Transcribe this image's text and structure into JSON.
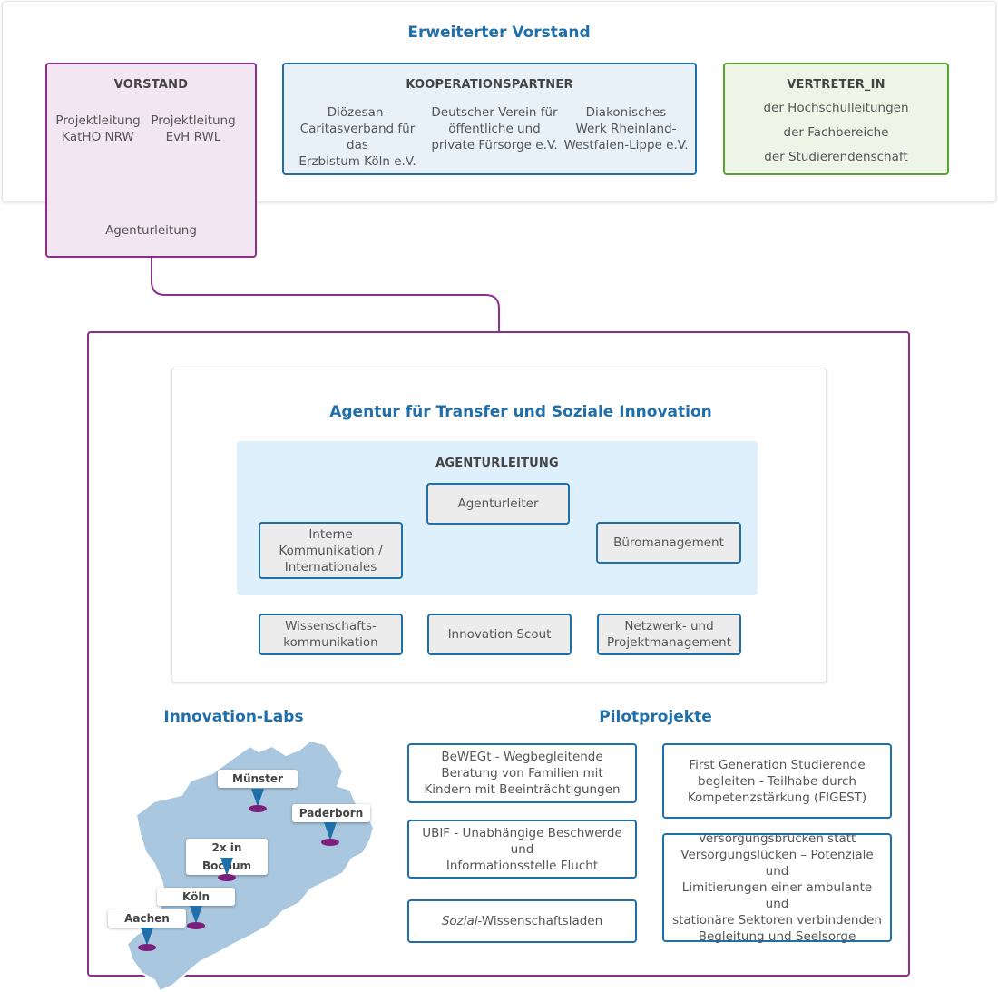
{
  "top_panel": {
    "title": "Erweiterter Vorstand"
  },
  "vorstand": {
    "heading": "VORSTAND",
    "members": [
      {
        "line1": "Projektleitung",
        "line2": "KatHO NRW"
      },
      {
        "line1": "Projektleitung",
        "line2": "EvH RWL"
      }
    ],
    "footer": "Agenturleitung"
  },
  "kooperationspartner": {
    "heading": "KOOPERATIONSPARTNER",
    "partners": [
      {
        "lines": [
          "Diözesan-",
          "Caritasverband für das",
          "Erzbistum Köln e.V."
        ]
      },
      {
        "lines": [
          "Deutscher Verein für",
          "öffentliche und",
          "private Fürsorge e.V."
        ]
      },
      {
        "lines": [
          "Diakonisches",
          "Werk Rheinland-",
          "Westfalen-Lippe e.V."
        ]
      }
    ]
  },
  "vertreter": {
    "heading": "VERTRETER_IN",
    "items": [
      "der Hochschulleitungen",
      "der Fachbereiche",
      "der Studierendenschaft"
    ]
  },
  "agentur": {
    "title": "Agentur für Transfer und Soziale Innovation",
    "leitung_heading": "AGENTURLEITUNG",
    "agenturleiter": "Agenturleiter",
    "interne": [
      "Interne",
      "Kommunikation /",
      "Internationales"
    ],
    "buero": "Büromanagement",
    "wiss": [
      "Wissenschafts-",
      "kommunikation"
    ],
    "scout": "Innovation Scout",
    "netzwerk": [
      "Netzwerk- und",
      "Projektmanagement"
    ]
  },
  "labs": {
    "title": "Innovation-Labs",
    "locations": [
      "Münster",
      "Paderborn",
      "2x in Bochum",
      "Köln",
      "Aachen"
    ]
  },
  "pilot": {
    "title": "Pilotprojekte",
    "projects": [
      {
        "lines": [
          "BeWEGt - Wegbegleitende",
          "Beratung von Familien mit",
          "Kindern mit Beeinträchtigungen"
        ]
      },
      {
        "lines": [
          "First Generation Studierende",
          "begleiten - Teilhabe durch",
          "Kompetenzstärkung (FIGEST)"
        ]
      },
      {
        "lines": [
          "UBIF - Unabhängige Beschwerde und",
          "Informationsstelle Flucht"
        ]
      },
      {
        "lines": [
          "Versorgungsbrücken statt",
          "Versorgungslücken – Potenziale und",
          "Limitierungen einer ambulante und",
          "stationäre Sektoren verbindenden",
          "Begleitung und Seelsorge"
        ]
      }
    ],
    "sozial_italic": "Sozial",
    "sozial_rest": "-Wissenschaftsladen"
  },
  "colors": {
    "blue": "#1f6fab",
    "purple": "#8b2f8a",
    "green": "#5aa332",
    "map_fill": "#a9c7de",
    "pin": "#7a1f7a"
  }
}
